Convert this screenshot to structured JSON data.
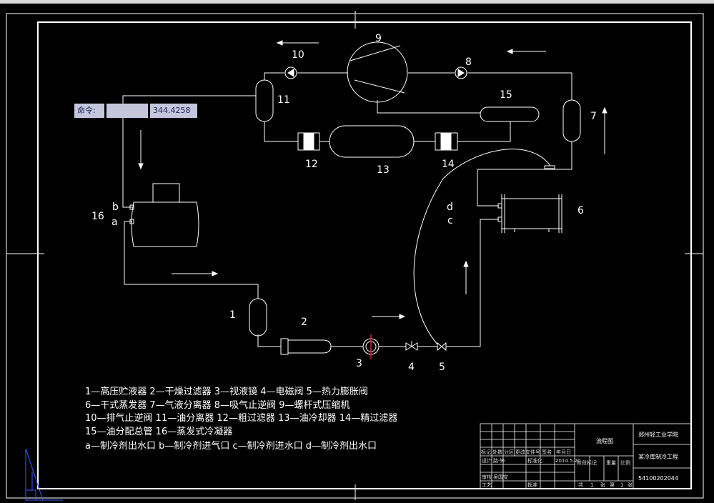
{
  "numbers": {
    "n1": "1",
    "n2": "2",
    "n3": "3",
    "n4": "4",
    "n5": "5",
    "n6": "6",
    "n7": "7",
    "n8": "8",
    "n9": "9",
    "n10": "10",
    "n11": "11",
    "n12": "12",
    "n13": "13",
    "n14": "14",
    "n15": "15",
    "n16": "16"
  },
  "ports": {
    "a": "a",
    "b": "b",
    "c": "c",
    "d": "d"
  },
  "command": {
    "label": "命令:",
    "input": "",
    "value": "344.4258"
  },
  "legend": {
    "line1": "1—高压贮液器  2—干燥过滤器  3—视液镜  4—电磁阀  5—热力膨胀阀",
    "line2": "6—干式蒸发器  7—气液分离器  8—吸气止逆阀  9—螺杆式压缩机",
    "line3": "10—排气止逆阀  11—油分离器  12—粗过滤器  13—油冷却器  14—精过滤器",
    "line4": "15—油分配总管  16—蒸发式冷凝器",
    "line5": "a—制冷剂出水口    b—制冷剂进气口    c—制冷剂进水口    d—制冷剂出水口"
  },
  "titleblock": {
    "drawing_name": "流程图",
    "school": "郑州轻工业学院",
    "project": "某冷库制冷工程",
    "code": "54100202044",
    "sheet_total_label": "共",
    "sheet_total": "1",
    "sheet_label": "张",
    "sheet_num_label": "第",
    "sheet_num": "1",
    "sheet_unit": "张",
    "row_labels": [
      "标记",
      "处数",
      "分区",
      "更改文件号",
      "签名",
      "年月日"
    ],
    "design": "设计",
    "check": "审核",
    "craft": "工艺",
    "approve": "批准",
    "stage_label": "阶段标记",
    "weight_label": "重量",
    "scale_label": "比例",
    "std_label": "标准化",
    "designer": "路-锋",
    "checker": "吴国安",
    "date": "2014.5.20"
  }
}
